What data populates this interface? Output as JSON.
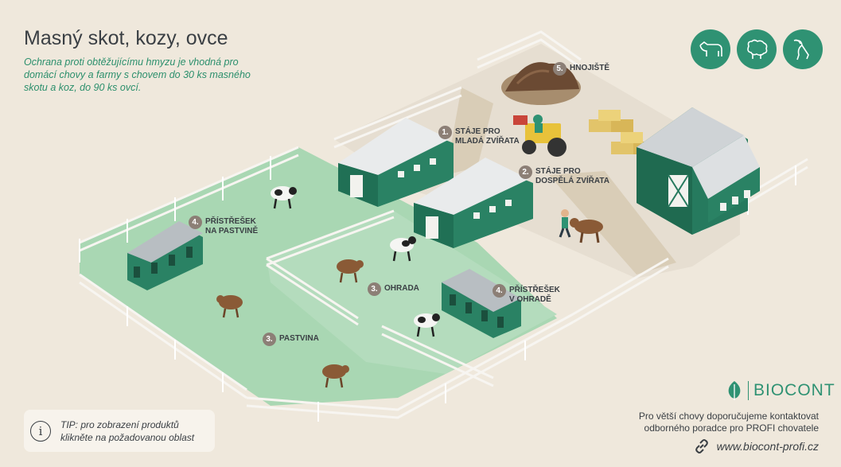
{
  "header": {
    "title": "Masný skot, kozy, ovce",
    "subtitle": "Ochrana proti obtěžujícímu hmyzu je vhodná pro domácí chovy a farmy s chovem do 30 ks masného skotu a koz, do 90 ks ovcí."
  },
  "animal_icons": [
    "cow-icon",
    "sheep-icon",
    "goat-icon"
  ],
  "areas": [
    {
      "number": "1.",
      "text": "STÁJE PRO\nMLADÁ ZVÍŘATA"
    },
    {
      "number": "2.",
      "text": "STÁJE PRO\nDOSPĚLÁ ZVÍŘATA"
    },
    {
      "number": "3.",
      "text": "OHRADA"
    },
    {
      "number": "3.",
      "text": "PASTVINA"
    },
    {
      "number": "4.",
      "text": "PŘÍSTŘEŠEK\nNA PASTVINĚ"
    },
    {
      "number": "4.",
      "text": "PŘÍSTŘEŠEK\nV OHRADĚ"
    },
    {
      "number": "5.",
      "text": "HNOJIŠTĚ"
    }
  ],
  "tip": {
    "text": "TIP: pro zobrazení produktů\nklikněte na požadovanou oblast"
  },
  "brand": {
    "name": "BIOCONT"
  },
  "contact": {
    "text": "Pro větší chovy doporučujeme kontaktovat\nodborného poradce pro PROFI chovatele",
    "website": "www.biocont-profi.cz"
  },
  "colors": {
    "background": "#efe8dc",
    "accent": "#2f9273",
    "pasture": "#a9d7b3",
    "badge": "#8c7f76",
    "text": "#3a3f44"
  }
}
